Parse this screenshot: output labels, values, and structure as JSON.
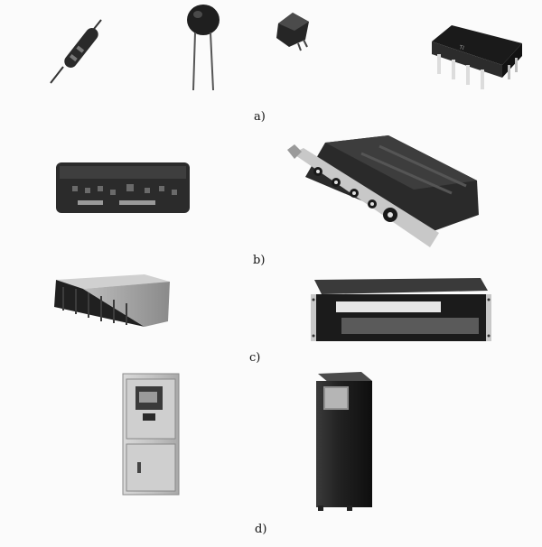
{
  "captions": {
    "a": "a)",
    "b": "b)",
    "c": "c)",
    "d": "d)"
  },
  "colors": {
    "background": "#fbfbfb",
    "dark": "#1e1e1e",
    "mid": "#555555",
    "light": "#c8c8c8"
  }
}
